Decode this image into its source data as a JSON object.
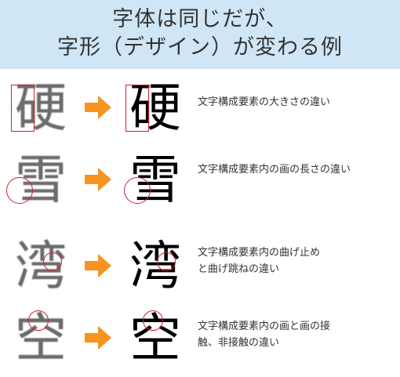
{
  "header": {
    "line1": "字体は同じだが、",
    "line2": "字形（デザイン）が変わる例"
  },
  "colors": {
    "header_bg": "#cfe6f6",
    "arrow": "#f7931e",
    "marker": "#cc2230"
  },
  "examples": [
    {
      "character": "硬",
      "marker_shape": "rectangle",
      "description": [
        "文字構成要素の大きさの違い"
      ]
    },
    {
      "character": "雪",
      "marker_shape": "circle",
      "description": [
        "文字構成要素内の画の長さの違い"
      ]
    },
    {
      "character": "湾",
      "marker_shape": "circle",
      "description": [
        "文字構成要素内の曲げ止め",
        "と曲げ跳ねの違い"
      ]
    },
    {
      "character": "空",
      "marker_shape": "circle",
      "description": [
        "文字構成要素内の画と画の接",
        "触、非接触の違い"
      ]
    }
  ]
}
